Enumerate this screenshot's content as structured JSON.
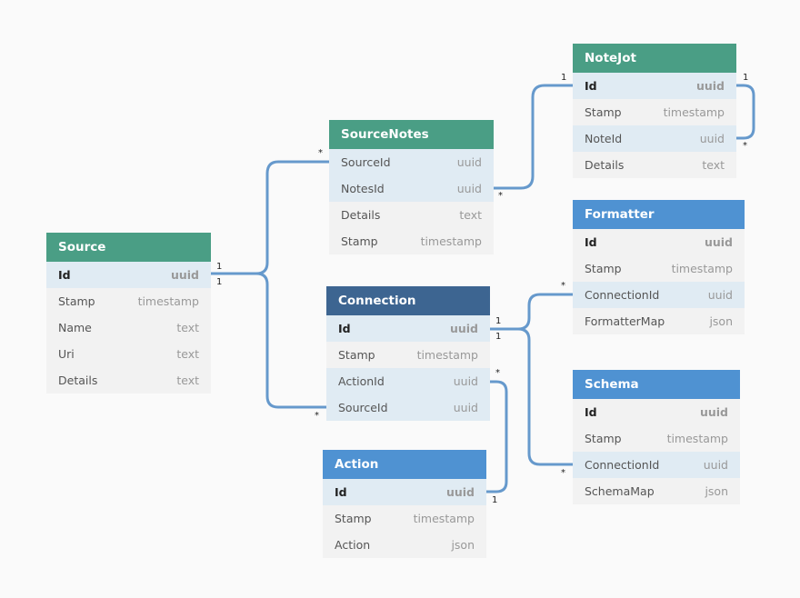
{
  "colors": {
    "green": "#4a9e85",
    "blue": "#4f92d2",
    "dark_blue": "#3d6591",
    "link": "#6699cc"
  },
  "entities": [
    {
      "name": "Source",
      "color": "#4a9e85",
      "rows": [
        {
          "field": "Id",
          "type": "uuid",
          "pk": true,
          "key": true
        },
        {
          "field": "Stamp",
          "type": "timestamp"
        },
        {
          "field": "Name",
          "type": "text"
        },
        {
          "field": "Uri",
          "type": "text"
        },
        {
          "field": "Details",
          "type": "text"
        }
      ]
    },
    {
      "name": "SourceNotes",
      "color": "#4a9e85",
      "rows": [
        {
          "field": "SourceId",
          "type": "uuid",
          "key": true
        },
        {
          "field": "NotesId",
          "type": "uuid",
          "key": true
        },
        {
          "field": "Details",
          "type": "text"
        },
        {
          "field": "Stamp",
          "type": "timestamp"
        }
      ]
    },
    {
      "name": "NoteJot",
      "color": "#4a9e85",
      "rows": [
        {
          "field": "Id",
          "type": "uuid",
          "pk": true,
          "key": true
        },
        {
          "field": "Stamp",
          "type": "timestamp"
        },
        {
          "field": "NoteId",
          "type": "uuid",
          "key": true
        },
        {
          "field": "Details",
          "type": "text"
        }
      ]
    },
    {
      "name": "Connection",
      "color": "#3d6591",
      "rows": [
        {
          "field": "Id",
          "type": "uuid",
          "pk": true,
          "key": true
        },
        {
          "field": "Stamp",
          "type": "timestamp"
        },
        {
          "field": "ActionId",
          "type": "uuid",
          "key": true
        },
        {
          "field": "SourceId",
          "type": "uuid",
          "key": true
        }
      ]
    },
    {
      "name": "Formatter",
      "color": "#4f92d2",
      "rows": [
        {
          "field": "Id",
          "type": "uuid",
          "pk": true
        },
        {
          "field": "Stamp",
          "type": "timestamp"
        },
        {
          "field": "ConnectionId",
          "type": "uuid",
          "key": true
        },
        {
          "field": "FormatterMap",
          "type": "json"
        }
      ]
    },
    {
      "name": "Schema",
      "color": "#4f92d2",
      "rows": [
        {
          "field": "Id",
          "type": "uuid",
          "pk": true
        },
        {
          "field": "Stamp",
          "type": "timestamp"
        },
        {
          "field": "ConnectionId",
          "type": "uuid",
          "key": true
        },
        {
          "field": "SchemaMap",
          "type": "json"
        }
      ]
    },
    {
      "name": "Action",
      "color": "#4f92d2",
      "rows": [
        {
          "field": "Id",
          "type": "uuid",
          "pk": true,
          "key": true
        },
        {
          "field": "Stamp",
          "type": "timestamp"
        },
        {
          "field": "Action",
          "type": "json"
        }
      ]
    }
  ],
  "relations": [
    {
      "from": "Source.Id",
      "to": "SourceNotes.SourceId",
      "from_card": "1",
      "to_card": "*"
    },
    {
      "from": "Source.Id",
      "to": "Connection.SourceId",
      "from_card": "1",
      "to_card": "*"
    },
    {
      "from": "NoteJot.Id",
      "to": "SourceNotes.NotesId",
      "from_card": "1",
      "to_card": "*"
    },
    {
      "from": "NoteJot.Id",
      "to": "NoteJot.NoteId",
      "from_card": "1",
      "to_card": "*"
    },
    {
      "from": "Connection.Id",
      "to": "Formatter.ConnectionId",
      "from_card": "1",
      "to_card": "*"
    },
    {
      "from": "Connection.Id",
      "to": "Schema.ConnectionId",
      "from_card": "1",
      "to_card": "*"
    },
    {
      "from": "Action.Id",
      "to": "Connection.ActionId",
      "from_card": "1",
      "to_card": "*"
    }
  ]
}
